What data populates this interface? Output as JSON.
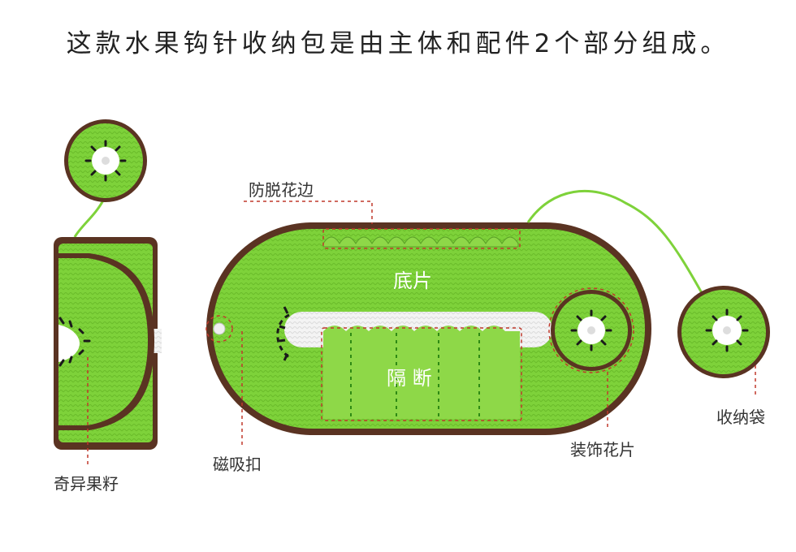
{
  "title": "这款水果钩针收纳包是由主体和配件2个部分组成。",
  "body_labels": {
    "bottom_piece": "底片",
    "divider": "隔 断"
  },
  "callouts": {
    "anti_drop_lace": "防脱花边",
    "magnetic_clasp": "磁吸扣",
    "decorative_piece": "装饰花片",
    "storage_pouch": "收纳袋",
    "kiwi_seeds": "奇异果籽"
  },
  "colors": {
    "kiwi_green": "#7ed23a",
    "border_brown": "#5a3322",
    "seed_black": "#1a1a1a",
    "callout_red": "#c0392b",
    "white_band": "#f4f4f4"
  }
}
